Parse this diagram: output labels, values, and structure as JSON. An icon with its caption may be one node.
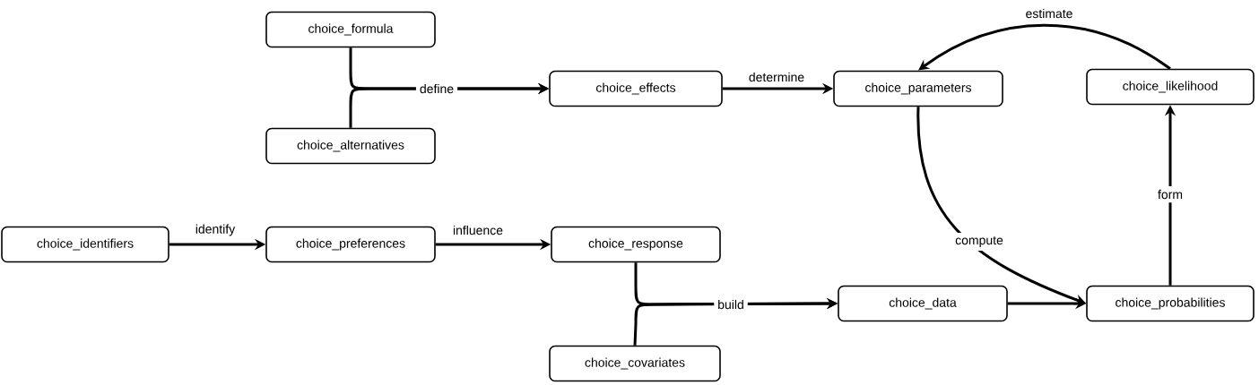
{
  "diagram": {
    "nodes": [
      {
        "text": [
          "choice_formula"
        ]
      },
      {
        "text": [
          "choice_alternatives"
        ]
      },
      {
        "text": [
          "choice_effects"
        ]
      },
      {
        "text": [
          "choice_parameters"
        ]
      },
      {
        "text": [
          "choice_likelihood"
        ]
      },
      {
        "text": [
          "choice_identifiers"
        ]
      },
      {
        "text": [
          "choice_preferences"
        ]
      },
      {
        "text": [
          "choice_response"
        ]
      },
      {
        "text": [
          "choice_data"
        ]
      },
      {
        "text": [
          "choice_probabilities"
        ]
      },
      {
        "text": [
          "choice_covariates"
        ]
      }
    ],
    "edges": [
      {
        "from": 0,
        "to": 2,
        "arrow": "to",
        "label": "define"
      },
      {
        "from": 1,
        "to": 2,
        "arrow": "to"
      },
      {
        "from": 2,
        "to": 3,
        "arrow": "to",
        "label": "determine"
      },
      {
        "from": 4,
        "to": 3,
        "arrow": "to",
        "label": "estimate"
      },
      {
        "from": 5,
        "to": 6,
        "arrow": "to",
        "label": "identify"
      },
      {
        "from": 6,
        "to": 7,
        "arrow": "to",
        "label": "influence"
      },
      {
        "from": 3,
        "to": 9,
        "arrow": "to",
        "label": "compute"
      },
      {
        "from": 7,
        "to": 8,
        "arrow": "to",
        "label": "build"
      },
      {
        "from": 10,
        "to": 8,
        "arrow": "to"
      },
      {
        "from": 8,
        "to": 9,
        "arrow": "to"
      },
      {
        "from": 9,
        "to": 4,
        "arrow": "to",
        "label": "form"
      }
    ]
  }
}
